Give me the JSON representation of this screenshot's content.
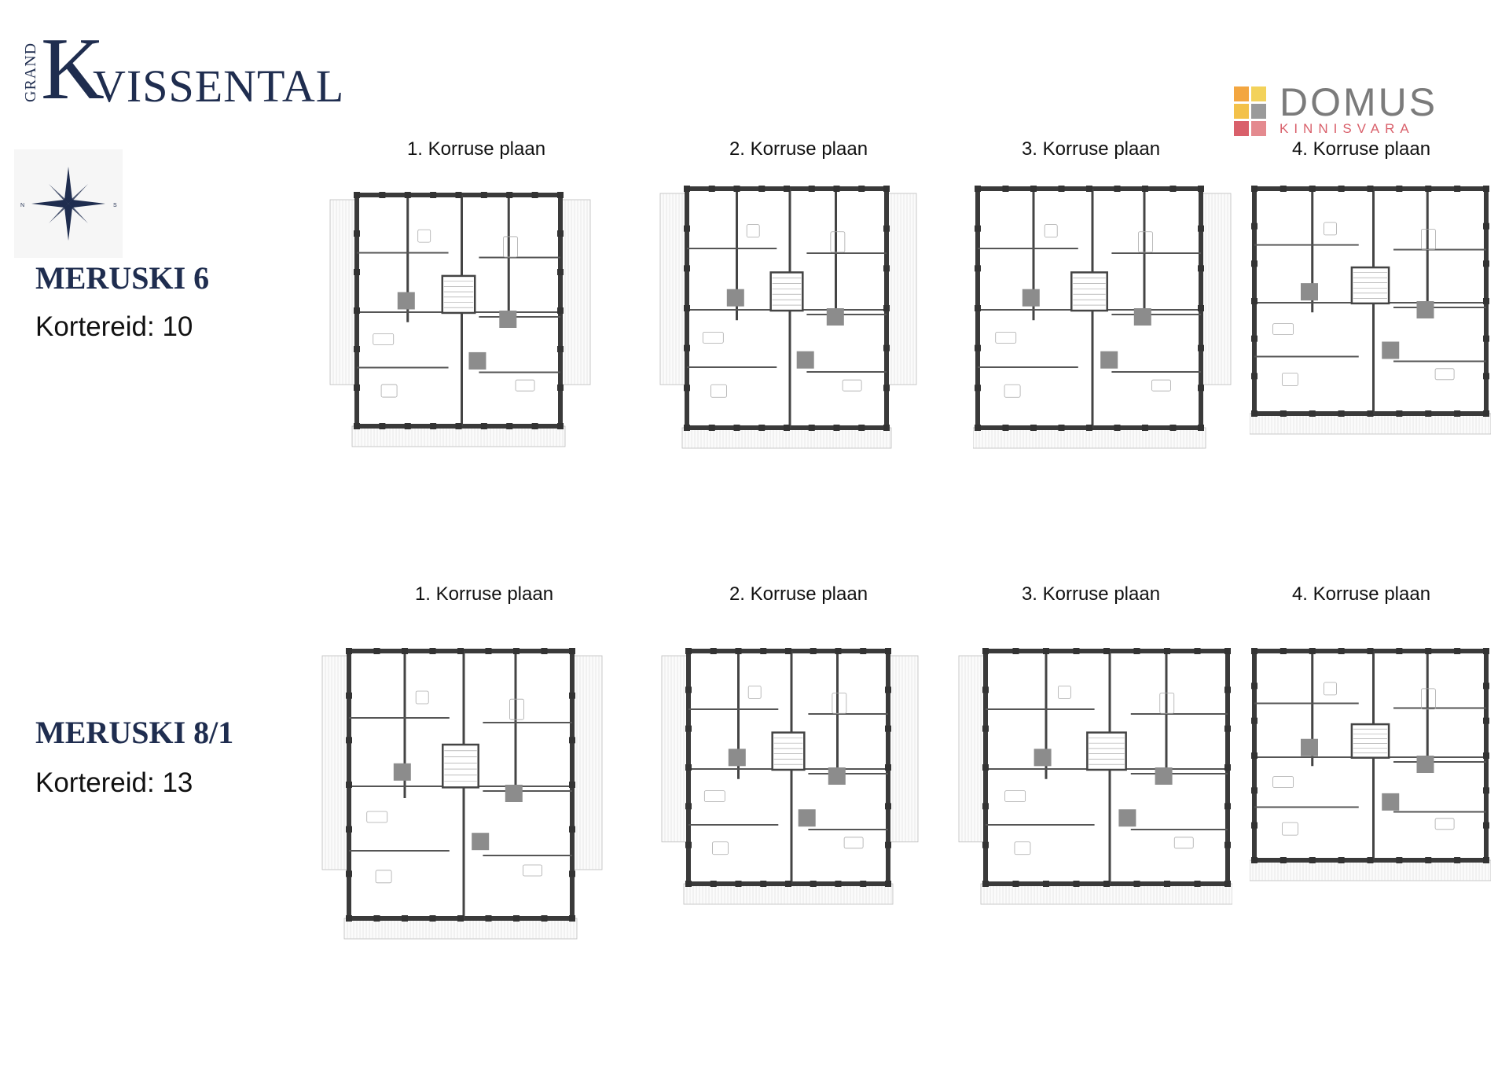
{
  "brand": {
    "grand": "GRAND",
    "k": "K",
    "name_rest": "VISSENTAL",
    "colors": {
      "navy": "#1f2d4f"
    }
  },
  "agency": {
    "name": "DOMUS",
    "sub": "KINNISVARA",
    "squares": [
      "#f3a640",
      "#f3d25a",
      "#d9606b",
      "#9a9a9a"
    ]
  },
  "compass": {
    "icon": "compass-rose-icon",
    "west": "N",
    "east": "S"
  },
  "buildings": [
    {
      "name": "MERUSKI 6",
      "apartments_label": "Kortereid: 10",
      "plans": [
        "1. Korruse plaan",
        "2. Korruse plaan",
        "3. Korruse plaan",
        "4. Korruse plaan"
      ]
    },
    {
      "name": "MERUSKI 8/1",
      "apartments_label": "Kortereid: 13",
      "plans": [
        "1. Korruse plaan",
        "2. Korruse plaan",
        "3. Korruse plaan",
        "4. Korruse plaan"
      ]
    }
  ]
}
